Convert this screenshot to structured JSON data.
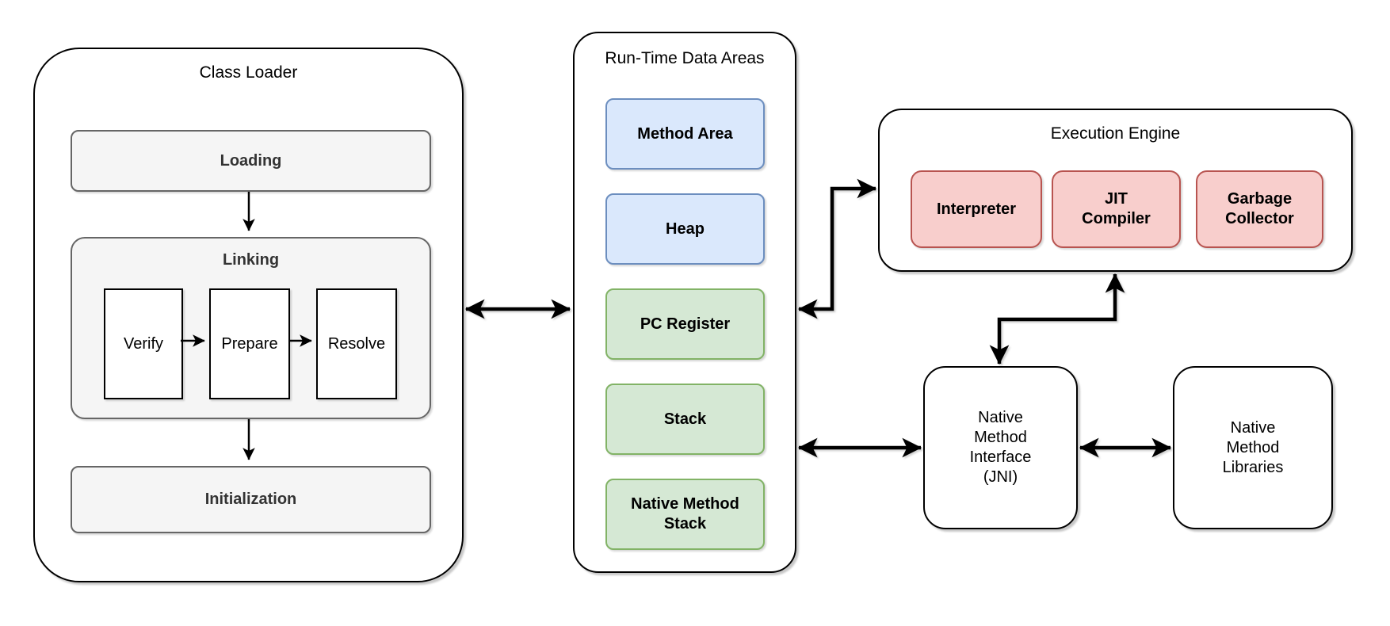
{
  "class_loader": {
    "title": "Class Loader",
    "loading_label": "Loading",
    "linking_label": "Linking",
    "linking_steps": [
      "Verify",
      "Prepare",
      "Resolve"
    ],
    "initialization_label": "Initialization"
  },
  "runtime_data_areas": {
    "title": "Run-Time Data Areas",
    "areas": [
      {
        "label": "Method Area",
        "fill": "#dae8fc",
        "stroke": "#6c8ebf"
      },
      {
        "label": "Heap",
        "fill": "#dae8fc",
        "stroke": "#6c8ebf"
      },
      {
        "label": "PC Register",
        "fill": "#d5e8d4",
        "stroke": "#82b366"
      },
      {
        "label": "Stack",
        "fill": "#d5e8d4",
        "stroke": "#82b366"
      },
      {
        "label": "Native Method Stack",
        "fill": "#d5e8d4",
        "stroke": "#82b366"
      }
    ]
  },
  "execution_engine": {
    "title": "Execution Engine",
    "components": [
      {
        "label": "Interpreter"
      },
      {
        "label": "JIT Compiler"
      },
      {
        "label": "Garbage Collector"
      }
    ],
    "component_fill": "#f8cecc",
    "component_stroke": "#b85450"
  },
  "native_method_interface": {
    "label": "Native Method Interface (JNI)"
  },
  "native_method_libraries": {
    "label": "Native Method Libraries"
  },
  "colors": {
    "gray_fill": "#f5f5f5",
    "gray_stroke": "#666666",
    "arrow": "#000000",
    "container_stroke": "#000000",
    "background": "#ffffff"
  },
  "connections": [
    {
      "from": "Loading",
      "to": "Linking",
      "type": "one-way"
    },
    {
      "from": "Verify",
      "to": "Prepare",
      "type": "one-way"
    },
    {
      "from": "Prepare",
      "to": "Resolve",
      "type": "one-way"
    },
    {
      "from": "Linking",
      "to": "Initialization",
      "type": "one-way"
    },
    {
      "from": "Class Loader",
      "to": "Run-Time Data Areas",
      "type": "two-way"
    },
    {
      "from": "Run-Time Data Areas",
      "to": "Execution Engine",
      "type": "two-way"
    },
    {
      "from": "Execution Engine",
      "to": "Native Method Interface (JNI)",
      "type": "two-way"
    },
    {
      "from": "Run-Time Data Areas",
      "to": "Native Method Interface (JNI)",
      "type": "two-way"
    },
    {
      "from": "Native Method Interface (JNI)",
      "to": "Native Method Libraries",
      "type": "two-way"
    }
  ]
}
